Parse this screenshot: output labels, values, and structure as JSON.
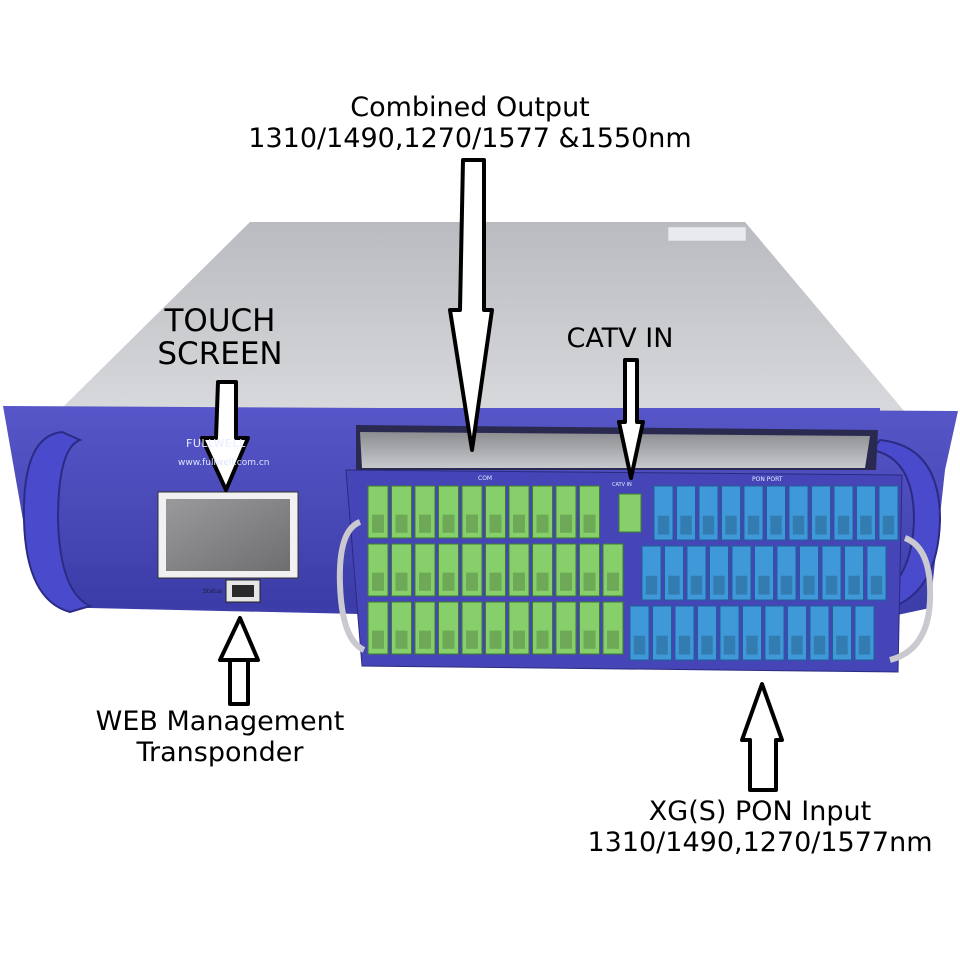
{
  "captions": {
    "combined_output_line1": "Combined Output",
    "combined_output_line2": "1310/1490,1270/1577 &1550nm",
    "touch_line1": "TOUCH",
    "touch_line2": "SCREEN",
    "catv": "CATV IN",
    "web_line1": "WEB Management",
    "web_line2": "Transponder",
    "pon_line1": "XG(S) PON Input",
    "pon_line2": "1310/1490,1270/1577nm"
  },
  "device": {
    "brand": "FULLWELL",
    "website": "www.fullwell.com.cn",
    "status_label": "Status",
    "com_label": "COM",
    "pon_port_label": "PON PORT",
    "catv_port_label": "CATV IN"
  },
  "colors": {
    "chassis_blue": "#4f4fc0",
    "chassis_top": "#c9cbd0",
    "green_adapter": "#86cf6a",
    "blue_adapter": "#3f98d8"
  }
}
